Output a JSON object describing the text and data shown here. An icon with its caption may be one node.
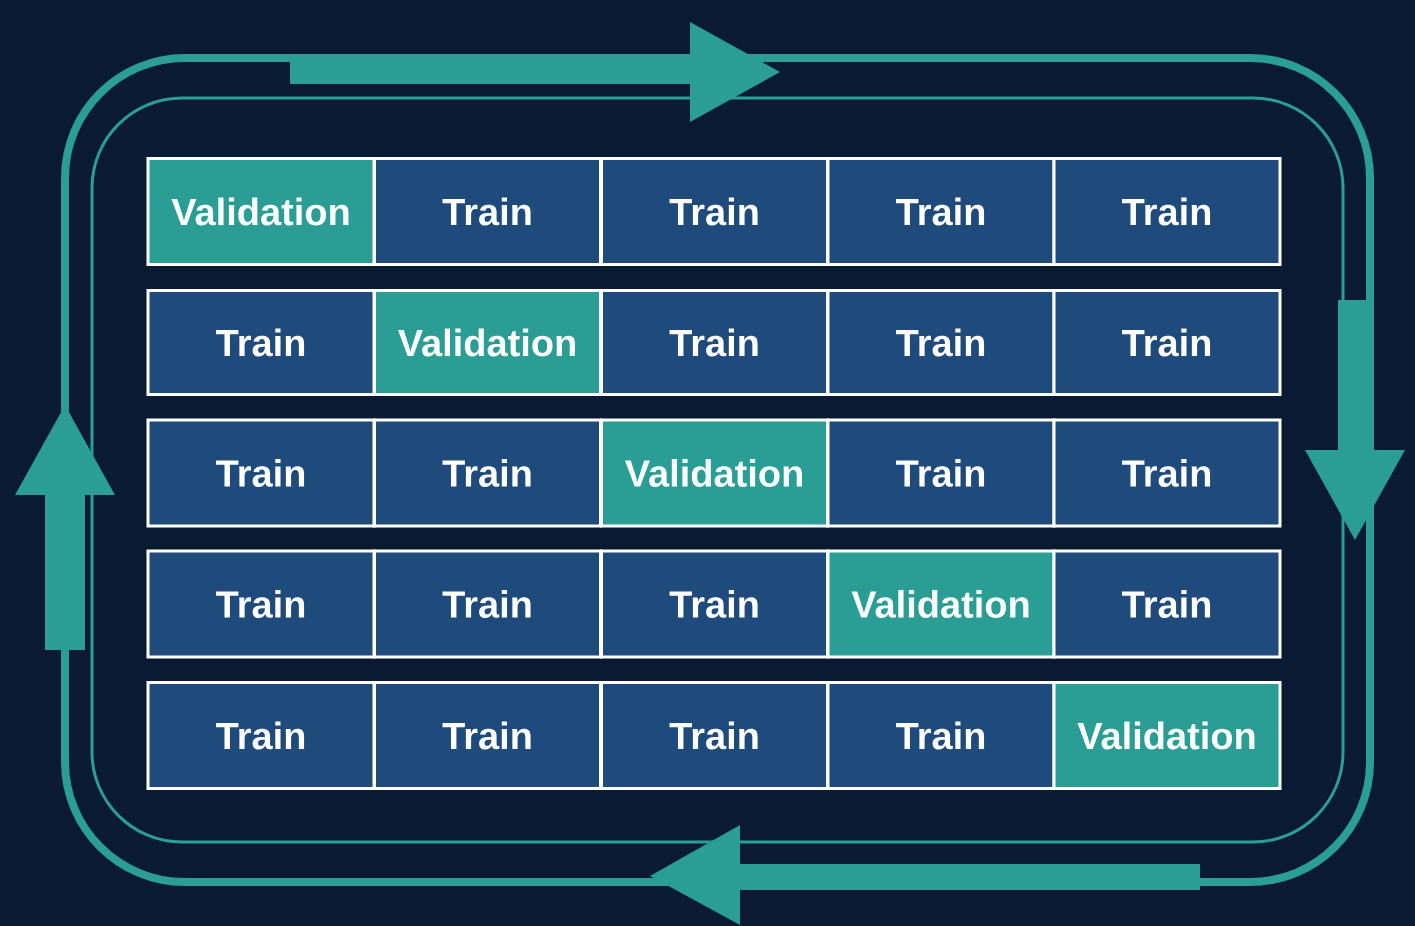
{
  "diagram": {
    "nodes": [
      {
        "text": [
          "Validation"
        ]
      },
      {
        "text": [
          "Train"
        ]
      },
      {
        "text": [
          "Train"
        ]
      },
      {
        "text": [
          "Train"
        ]
      },
      {
        "text": [
          "Train"
        ]
      },
      {
        "text": [
          "Train"
        ]
      },
      {
        "text": [
          "Validation"
        ]
      },
      {
        "text": [
          "Train"
        ]
      },
      {
        "text": [
          "Train"
        ]
      },
      {
        "text": [
          "Train"
        ]
      },
      {
        "text": [
          "Train"
        ]
      },
      {
        "text": [
          "Train"
        ]
      },
      {
        "text": [
          "Validation"
        ]
      },
      {
        "text": [
          "Train"
        ]
      },
      {
        "text": [
          "Train"
        ]
      },
      {
        "text": [
          "Train"
        ]
      },
      {
        "text": [
          "Train"
        ]
      },
      {
        "text": [
          "Train"
        ]
      },
      {
        "text": [
          "Validation"
        ]
      },
      {
        "text": [
          "Train"
        ]
      },
      {
        "text": [
          "Train"
        ]
      },
      {
        "text": [
          "Train"
        ]
      },
      {
        "text": [
          "Train"
        ]
      },
      {
        "text": [
          "Train"
        ]
      },
      {
        "text": [
          "Validation"
        ]
      }
    ]
  }
}
